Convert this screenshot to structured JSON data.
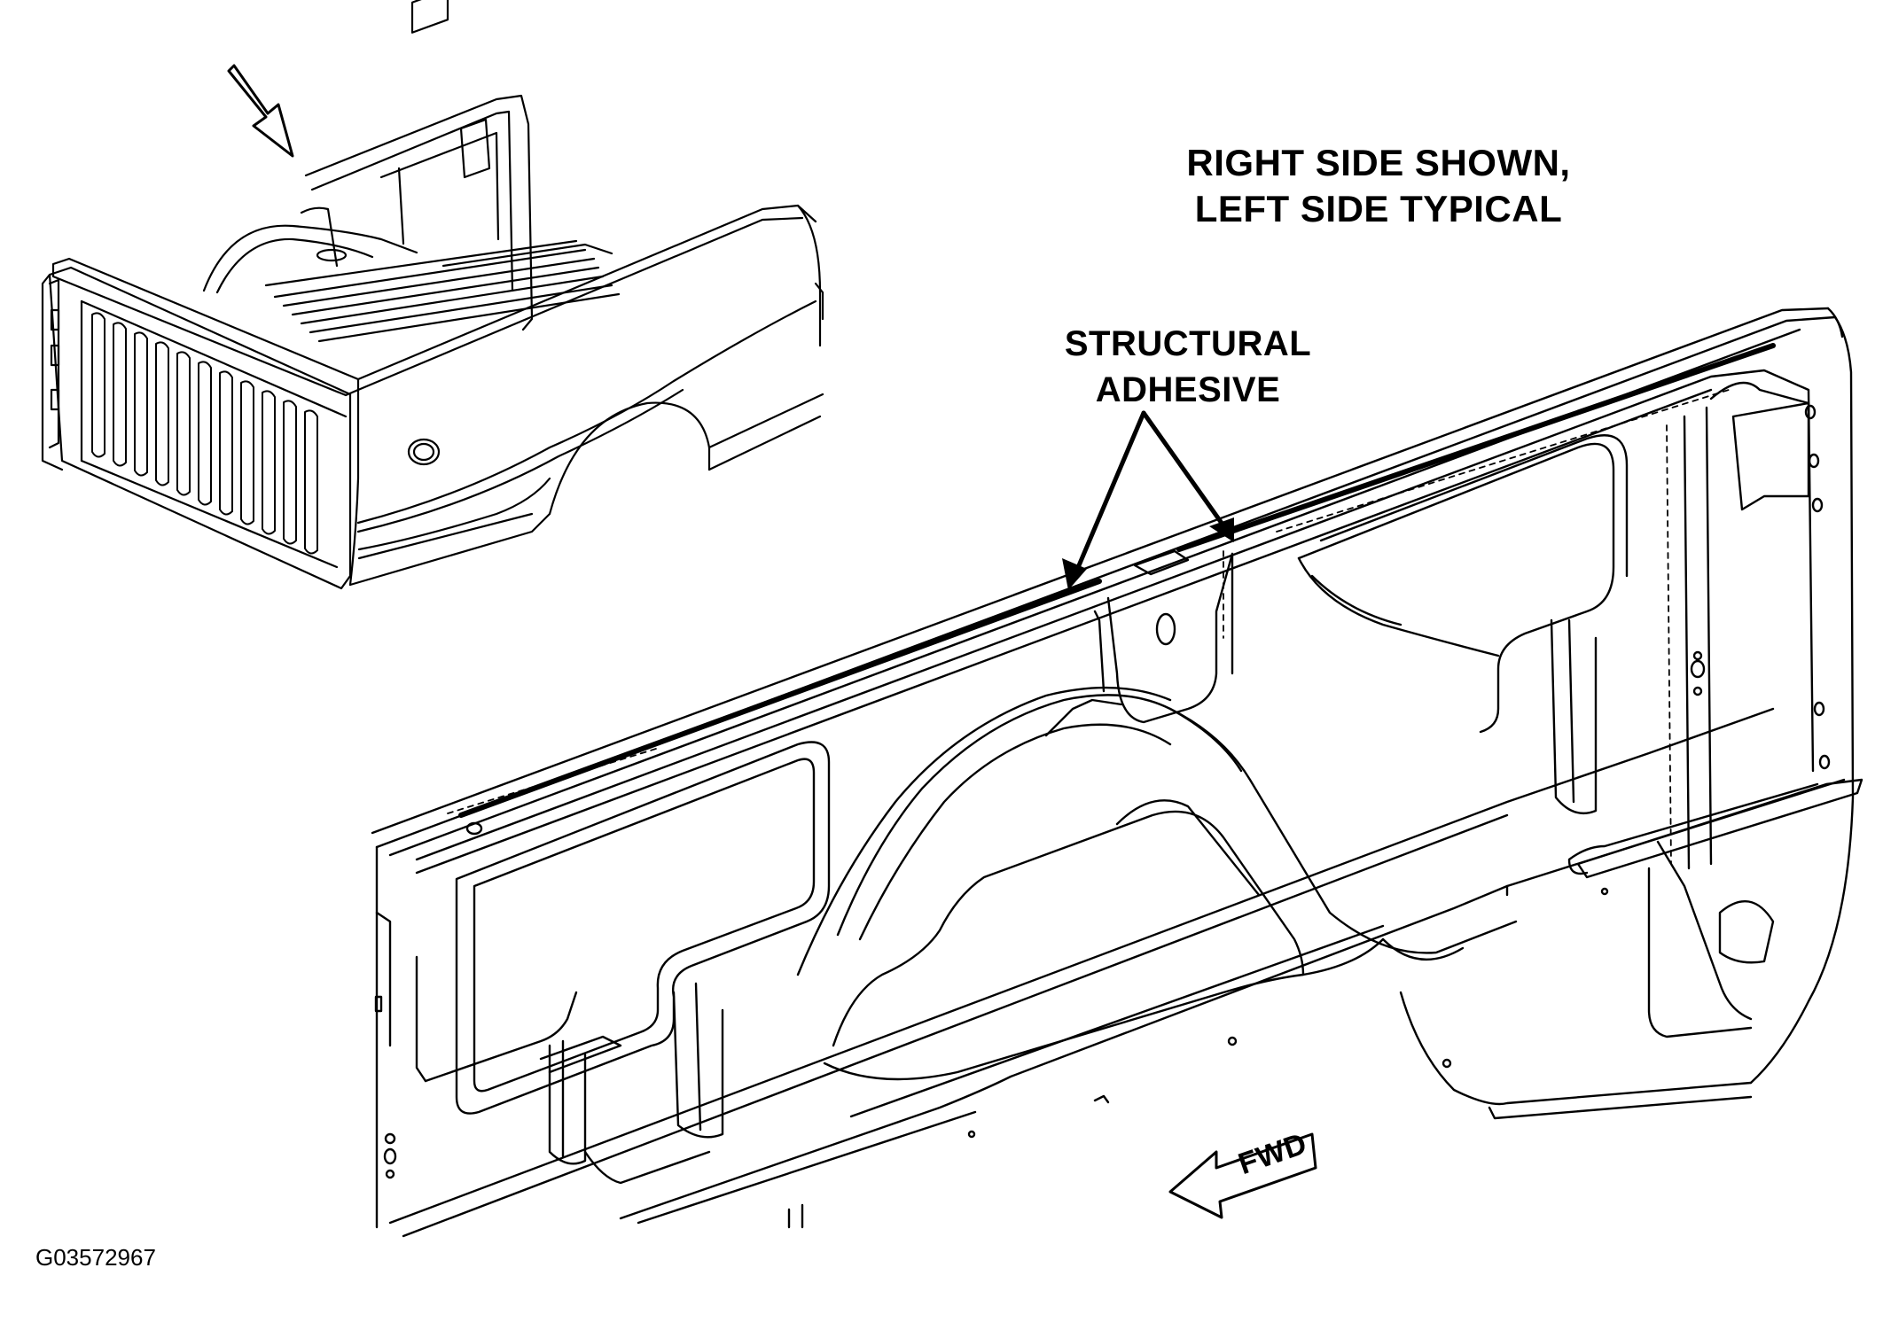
{
  "labels": {
    "view_note_line1": "RIGHT SIDE SHOWN,",
    "view_note_line2": "LEFT SIDE TYPICAL",
    "callout_line1": "STRUCTURAL",
    "callout_line2": "ADHESIVE",
    "forward": "FWD",
    "figure_id": "G03572967"
  }
}
